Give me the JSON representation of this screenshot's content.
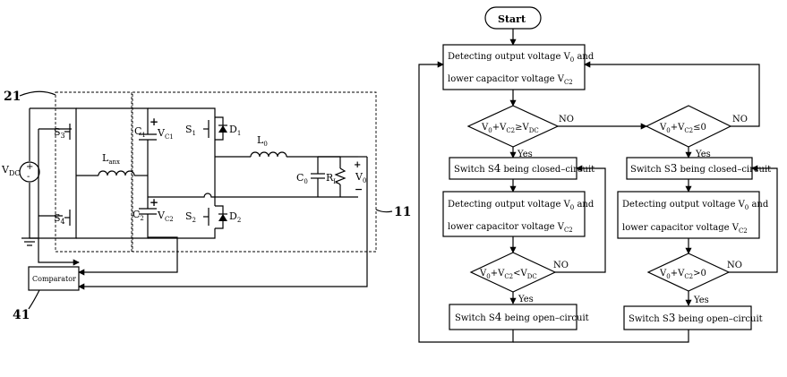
{
  "circuit": {
    "ref_21": "21",
    "ref_11": "11",
    "ref_41": "41",
    "vdc": "V",
    "vdc_sub": "DC",
    "s3": "S",
    "s3_sub": "3",
    "s4": "S",
    "s4_sub": "4",
    "lanx": "L",
    "lanx_sub": "anx",
    "c1": "C",
    "c1_sub": "1",
    "vc1": "V",
    "vc1_sub": "C1",
    "c2": "C",
    "c2_sub": "2",
    "vc2": "V",
    "vc2_sub": "C2",
    "s1": "S",
    "s1_sub": "1",
    "d1": "D",
    "d1_sub": "1",
    "s2": "S",
    "s2_sub": "2",
    "d2": "D",
    "d2_sub": "2",
    "l0": "L",
    "l0_sub": "0",
    "c0": "C",
    "c0_sub": "0",
    "rl": "R",
    "rl_sub": "L",
    "v0": "V",
    "v0_sub": "0",
    "comparator": "Comparator"
  },
  "flowchart": {
    "start": "Start",
    "detect1_line1": "Detecting output voltage V",
    "detect1_line1_sub": "0",
    "detect1_and": " and",
    "detect1_line2": "lower capacitor voltage V",
    "detect1_line2_sub": "C2",
    "dec1_a": "V",
    "dec1_a_sub": "0",
    "dec1_b": "+V",
    "dec1_b_sub": "C2",
    "dec1_c": "≥V",
    "dec1_c_sub": "DC",
    "dec2_a": "V",
    "dec2_a_sub": "0",
    "dec2_b": "+V",
    "dec2_b_sub": "C2",
    "dec2_c": "≤0",
    "no": "NO",
    "yes": "Yes",
    "switch_s4_closed_a": "Switch S",
    "switch_s4_closed_sub": "4",
    "switch_s4_closed_b": " being closed–circuit",
    "switch_s3_closed_a": "Switch S",
    "switch_s3_closed_sub": "3",
    "switch_s3_closed_b": " being closed–circuit",
    "detect_line1": "Detecting output voltage V",
    "detect_line1_sub": "0",
    "detect_and": " and",
    "detect_line2": "lower capacitor voltage V",
    "detect_line2_sub": "C2",
    "dec3_a": "V",
    "dec3_a_sub": "0",
    "dec3_b": "+V",
    "dec3_b_sub": "C2",
    "dec3_c": "<V",
    "dec3_c_sub": "DC",
    "dec4_a": "V",
    "dec4_a_sub": "0",
    "dec4_b": "+V",
    "dec4_b_sub": "C2",
    "dec4_c": ">0",
    "switch_s4_open_a": "Switch S",
    "switch_s4_open_sub": "4",
    "switch_s4_open_b": " being open–circuit",
    "switch_s3_open_a": "Switch S",
    "switch_s3_open_sub": "3",
    "switch_s3_open_b": " being open–circuit"
  }
}
